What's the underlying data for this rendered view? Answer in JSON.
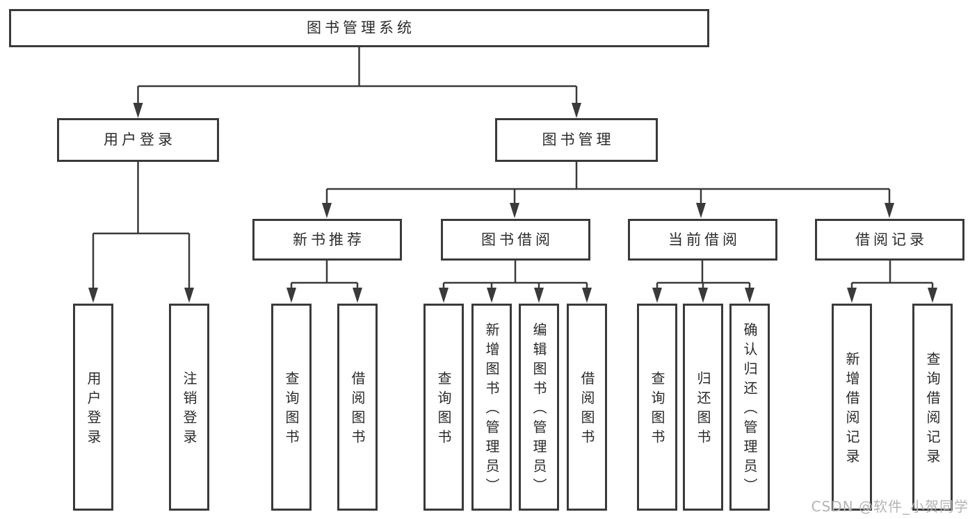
{
  "colors": {
    "line": "#3a3a3a",
    "text": "#2b2b2b",
    "box-bg": "#ffffff",
    "watermark": "#b4b4b4"
  },
  "tree": {
    "root": {
      "label": "图书管理系统"
    },
    "branches": [
      {
        "label": "用户登录",
        "children": [
          "用户登录",
          "注销登录"
        ]
      },
      {
        "label": "图书管理",
        "sections": [
          {
            "label": "新书推荐",
            "children": [
              "查询图书",
              "借阅图书"
            ]
          },
          {
            "label": "图书借阅",
            "children": [
              "查询图书",
              "新增图书（管理员）",
              "编辑图书（管理员）",
              "借阅图书"
            ]
          },
          {
            "label": "当前借阅",
            "children": [
              "查询图书",
              "归还图书",
              "确认归还（管理员）"
            ]
          },
          {
            "label": "借阅记录",
            "children": [
              "新增借阅记录",
              "查询借阅记录"
            ]
          }
        ]
      }
    ]
  },
  "watermark": {
    "text": "CSDN @软件_小贺同学"
  }
}
